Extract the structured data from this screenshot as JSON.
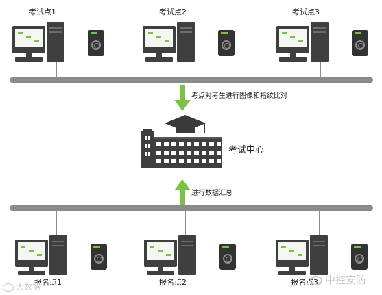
{
  "top_stations": [
    {
      "label": "考试点1"
    },
    {
      "label": "考试点2"
    },
    {
      "label": "考试点3"
    }
  ],
  "bottom_stations": [
    {
      "label": "报名点1"
    },
    {
      "label": "报名点2"
    },
    {
      "label": "报名点3"
    }
  ],
  "flow": {
    "down_label": "考点对考生进行图像和指纹比对",
    "up_label": "进行数据汇总"
  },
  "center": {
    "label": "考试中心"
  },
  "watermarks": {
    "left": "大数据",
    "right": "中控安防"
  },
  "colors": {
    "bus": "#8a8a8a",
    "arrow": "#7bc143",
    "device": "#3f3f3f",
    "accent": "#7bc143"
  }
}
